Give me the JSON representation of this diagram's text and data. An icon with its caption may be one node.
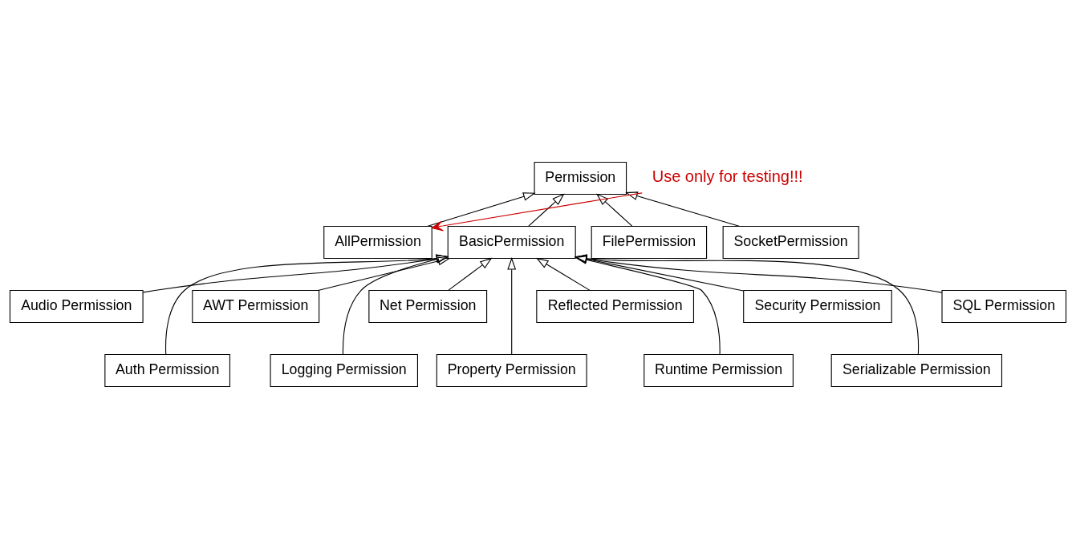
{
  "diagram": {
    "nodes": [
      {
        "text": [
          "Permission"
        ]
      },
      {
        "text": [
          "AllPermission"
        ]
      },
      {
        "text": [
          "BasicPermission"
        ]
      },
      {
        "text": [
          "FilePermission"
        ]
      },
      {
        "text": [
          "SocketPermission"
        ]
      },
      {
        "text": [
          "Audio Permission"
        ]
      },
      {
        "text": [
          "Auth Permission"
        ]
      },
      {
        "text": [
          "AWT Permission"
        ]
      },
      {
        "text": [
          "Logging Permission"
        ]
      },
      {
        "text": [
          "Net Permission"
        ]
      },
      {
        "text": [
          "Property Permission"
        ]
      },
      {
        "text": [
          "Reflected Permission"
        ]
      },
      {
        "text": [
          "Runtime Permission"
        ]
      },
      {
        "text": [
          "Security Permission"
        ]
      },
      {
        "text": [
          "Serializable Permission"
        ]
      },
      {
        "text": [
          "SQL Permission"
        ]
      },
      {
        "text": [
          "Use only for testing!!!"
        ]
      }
    ],
    "edges": [
      {
        "from": 1,
        "to": 0,
        "arrow": "to"
      },
      {
        "from": 2,
        "to": 0,
        "arrow": "to"
      },
      {
        "from": 3,
        "to": 0,
        "arrow": "to"
      },
      {
        "from": 4,
        "to": 0,
        "arrow": "to"
      },
      {
        "from": 5,
        "to": 2,
        "arrow": "to"
      },
      {
        "from": 6,
        "to": 2,
        "arrow": "to"
      },
      {
        "from": 7,
        "to": 2,
        "arrow": "to"
      },
      {
        "from": 8,
        "to": 2,
        "arrow": "to"
      },
      {
        "from": 9,
        "to": 2,
        "arrow": "to"
      },
      {
        "from": 10,
        "to": 2,
        "arrow": "to"
      },
      {
        "from": 11,
        "to": 2,
        "arrow": "to"
      },
      {
        "from": 12,
        "to": 2,
        "arrow": "to"
      },
      {
        "from": 13,
        "to": 2,
        "arrow": "to"
      },
      {
        "from": 14,
        "to": 2,
        "arrow": "to"
      },
      {
        "from": 15,
        "to": 2,
        "arrow": "to"
      },
      {
        "from": 16,
        "to": 1,
        "arrow": "to",
        "color": "#cc0000"
      }
    ]
  }
}
